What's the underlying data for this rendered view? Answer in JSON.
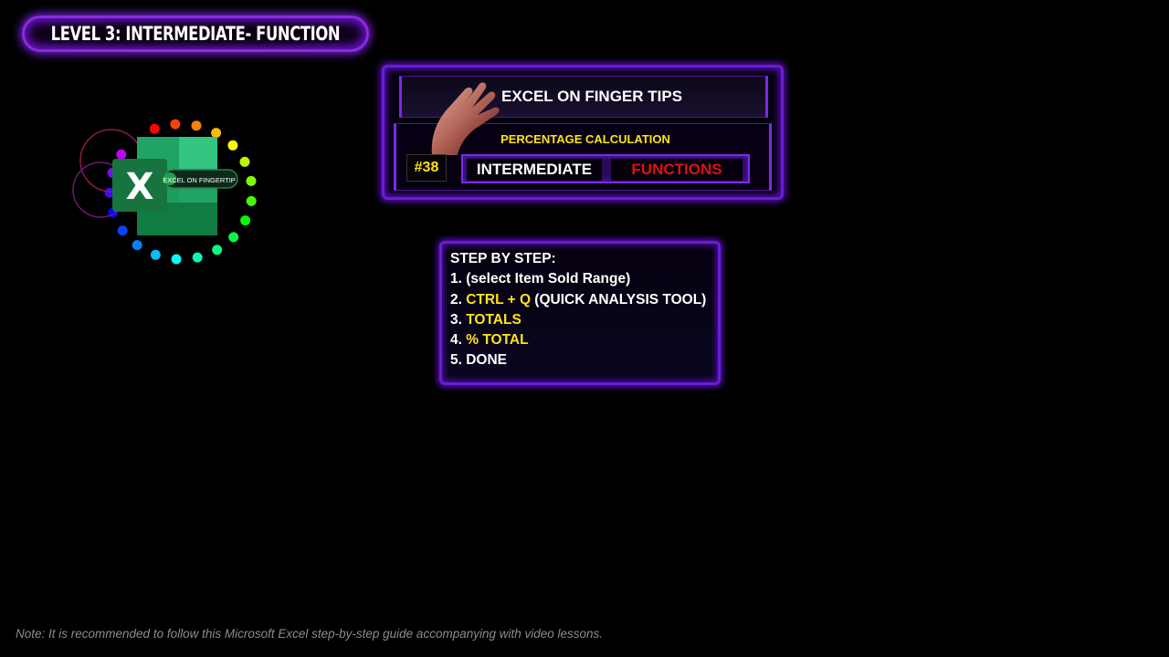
{
  "level_title": "LEVEL 3: INTERMEDIATE- FUNCTION",
  "logo": {
    "icon": "excel-logo-icon",
    "letter": "X",
    "caption": "EXCEL ON FINGERTIP"
  },
  "banner": {
    "title": "EXCEL ON FINGER TIPS",
    "subtitle": "PERCENTAGE CALCULATION",
    "episode": "#38",
    "tag_left": "INTERMEDIATE",
    "tag_right": "FUNCTIONS"
  },
  "steps": {
    "heading": "STEP BY STEP:",
    "items": [
      {
        "prefix": "1. ",
        "highlight": "",
        "rest": "(select Item Sold Range)"
      },
      {
        "prefix": "2. ",
        "highlight": "CTRL + Q",
        "rest": " (QUICK ANALYSIS TOOL)"
      },
      {
        "prefix": "3. ",
        "highlight": "TOTALS",
        "rest": ""
      },
      {
        "prefix": "4. ",
        "highlight": "% TOTAL",
        "rest": ""
      },
      {
        "prefix": "5. ",
        "highlight": "",
        "rest": "DONE"
      }
    ]
  },
  "note": "Note: It is recommended to follow this Microsoft Excel step-by-step guide accompanying with video lessons.",
  "colors": {
    "background": "#000000",
    "accent_purple": "#7a2ae8",
    "highlight_yellow": "#ffe21a",
    "functions_red": "#e01010"
  }
}
